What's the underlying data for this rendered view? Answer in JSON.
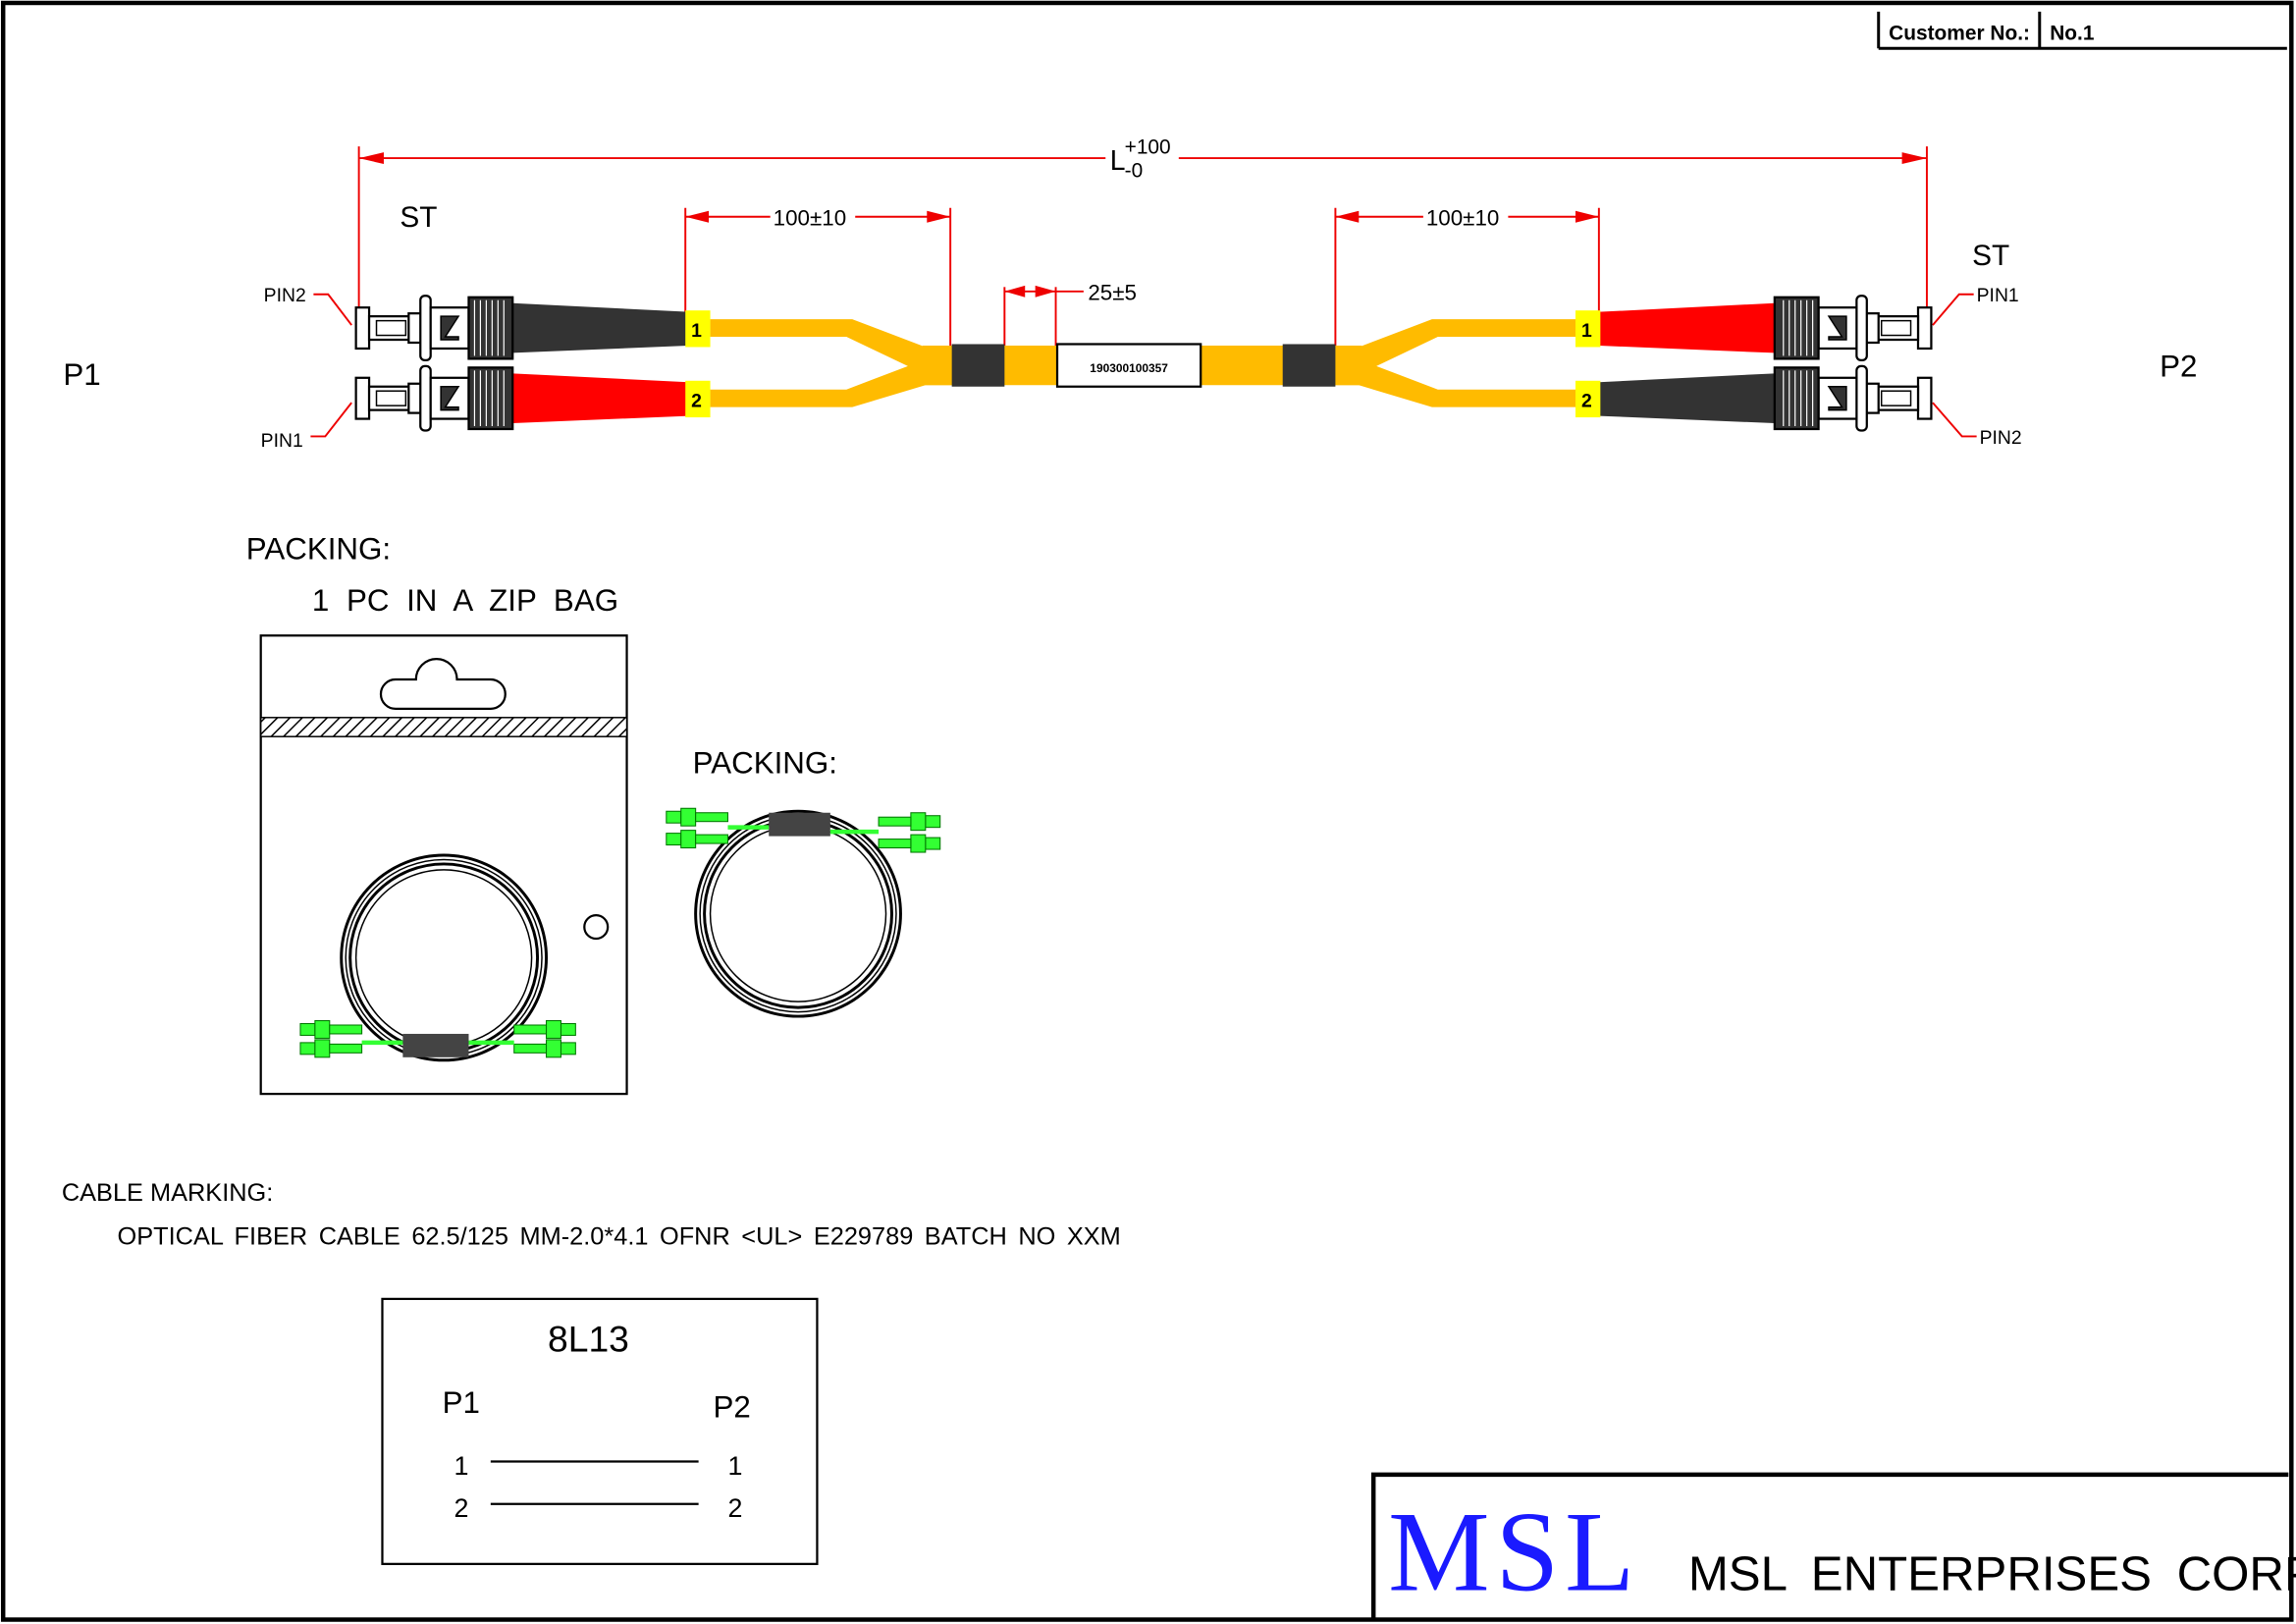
{
  "title_block": {
    "customer_label": "Customer No.:",
    "customer_value": "No.1"
  },
  "dimensions": {
    "overall_length": "L",
    "overall_tol_plus": "+100",
    "overall_tol_minus": "-0",
    "breakout_left": "100±10",
    "breakout_right": "100±10",
    "label_offset": "25±5"
  },
  "connectors": {
    "left_type": "ST",
    "right_type": "ST"
  },
  "ends": {
    "left": "P1",
    "right": "P2"
  },
  "pins": {
    "left_top": "PIN2",
    "left_bottom": "PIN1",
    "right_top": "PIN1",
    "right_bottom": "PIN2"
  },
  "leg_labels": {
    "left_top": "1",
    "left_bottom": "2",
    "right_top": "1",
    "right_bottom": "2"
  },
  "cable_label": "190300100357",
  "packing": {
    "title1": "PACKING:",
    "desc": "1 PC IN A ZIP BAG",
    "title2": "PACKING:"
  },
  "cable_marking": {
    "title": "CABLE MARKING:",
    "text": "OPTICAL FIBER CABLE 62.5/125 MM-2.0*4.1 OFNR <UL> E229789 BATCH NO XXM"
  },
  "pinout": {
    "code": "8L13",
    "left_header": "P1",
    "right_header": "P2",
    "rows": [
      {
        "left": "1",
        "right": "1"
      },
      {
        "left": "2",
        "right": "2"
      }
    ]
  },
  "company": {
    "logo": "MSL",
    "name": "MSL ENTERPRISES CORP."
  },
  "colors": {
    "fiber": "#ffbb00",
    "boot_red": "#ff0000",
    "boot_black": "#333333",
    "label_yellow": "#ffff00",
    "packing_connector": "#33ff33",
    "logo_blue": "#1a1aff",
    "dimension": "#ee0000"
  }
}
